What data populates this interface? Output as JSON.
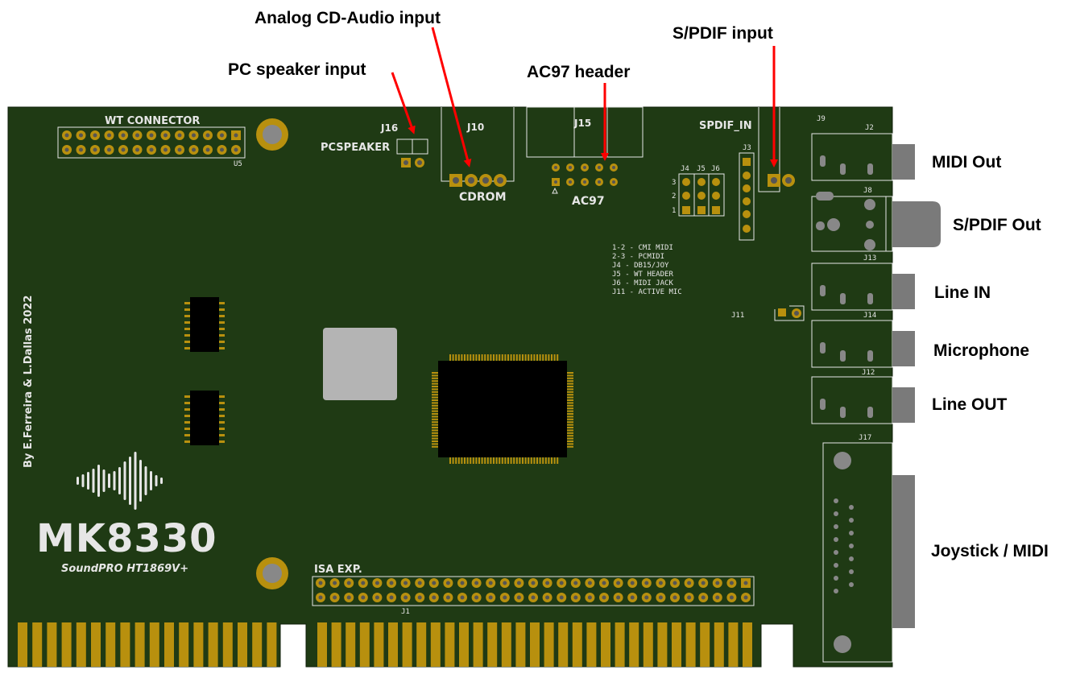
{
  "callouts": {
    "cd_audio": "Analog CD-Audio input",
    "pc_speaker": "PC speaker input",
    "ac97": "AC97 header",
    "spdif_in": "S/PDIF input"
  },
  "ports": {
    "midi_out": "MIDI Out",
    "spdif_out": "S/PDIF Out",
    "line_in": "Line IN",
    "microphone": "Microphone",
    "line_out": "Line OUT",
    "joystick": "Joystick / MIDI"
  },
  "board": {
    "wt_connector": "WT CONNECTOR",
    "u5": "U5",
    "j16": "J16",
    "pcspeaker": "PCSPEAKER",
    "j10": "J10",
    "cdrom": "CDROM",
    "j15": "J15",
    "ac97": "AC97",
    "spdif_in": "SPDIF_IN",
    "j9": "J9",
    "j2": "J2",
    "j3": "J3",
    "j4": "J4",
    "j5": "J5",
    "j6": "J6",
    "row3": "3",
    "row2": "2",
    "row1": "1",
    "j8": "J8",
    "j13": "J13",
    "j11": "J11",
    "j14": "J14",
    "j12": "J12",
    "j17": "J17",
    "isa_exp": "ISA EXP.",
    "j1": "J1",
    "credit": "By E.Ferreira & L.Dallas 2022",
    "title": "MK8330",
    "subtitle": "SoundPRO HT1869V+",
    "jumper_notes": [
      "1-2 - CMI MIDI",
      "2-3 - PCMIDI",
      "J4  - DB15/JOY",
      "J5  - WT HEADER",
      "J6  - MIDI JACK",
      "J11 - ACTIVE MIC"
    ]
  },
  "colors": {
    "pcb": "#1f3a14",
    "gold": "#b8900e",
    "silkscreen": "#e6e6e6",
    "arrow": "#ff0000",
    "connector_gray": "#7a7a7a"
  }
}
